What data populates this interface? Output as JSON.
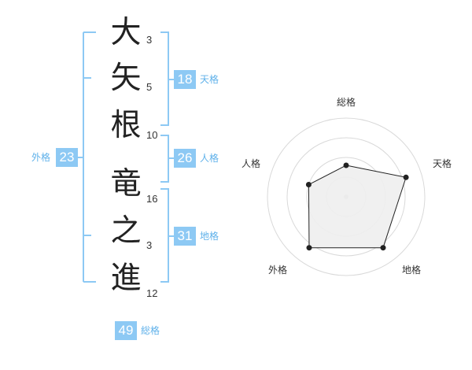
{
  "name": {
    "characters": [
      {
        "char": "大",
        "strokes": "3"
      },
      {
        "char": "矢",
        "strokes": "5"
      },
      {
        "char": "根",
        "strokes": "10"
      },
      {
        "char": "竜",
        "strokes": "16"
      },
      {
        "char": "之",
        "strokes": "3"
      },
      {
        "char": "進",
        "strokes": "12"
      }
    ]
  },
  "fortune": {
    "tenkaku": {
      "value": "18",
      "label": "天格"
    },
    "jinkaku": {
      "value": "26",
      "label": "人格"
    },
    "chikaku": {
      "value": "31",
      "label": "地格"
    },
    "gaikaku": {
      "value": "23",
      "label": "外格"
    },
    "soukaku": {
      "value": "49",
      "label": "総格"
    }
  },
  "radar": {
    "axes": [
      "総格",
      "天格",
      "地格",
      "外格",
      "人格"
    ],
    "values": [
      0.4,
      0.8,
      0.8,
      0.8,
      0.5
    ],
    "levels": 4
  },
  "colors": {
    "accent": "#8dc9f4",
    "accent_text": "#5fb1ea",
    "bracket": "#8dc9f4",
    "radar_fill": "#efefef",
    "radar_line": "#222222",
    "grid": "#d9d9d9"
  }
}
